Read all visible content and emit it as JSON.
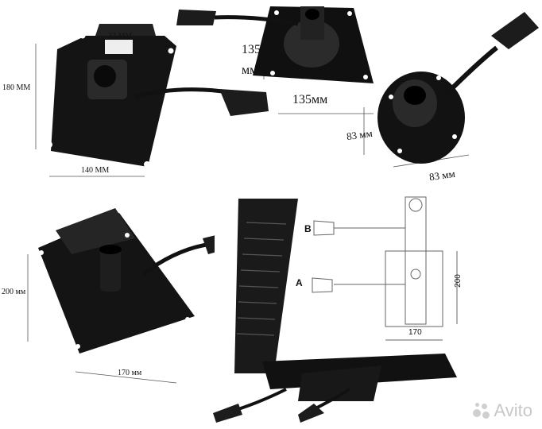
{
  "labels": {
    "p1_width": "140 MM",
    "p1_height": "180 MM",
    "p1_gap": "33 MM",
    "p2_width": "135мм",
    "p2_height_num": "135",
    "p2_height_unit": "мм",
    "p3_width": "83 мм",
    "p3_height": "83 мм",
    "p4_height": "200 мм",
    "p4_width": "170 мм",
    "p5_lever_b": "B",
    "p5_lever_a": "A",
    "p5_height": "200",
    "p5_width": "170"
  },
  "watermark": {
    "text": "Avito",
    "icon": "avito-logo-icon"
  }
}
